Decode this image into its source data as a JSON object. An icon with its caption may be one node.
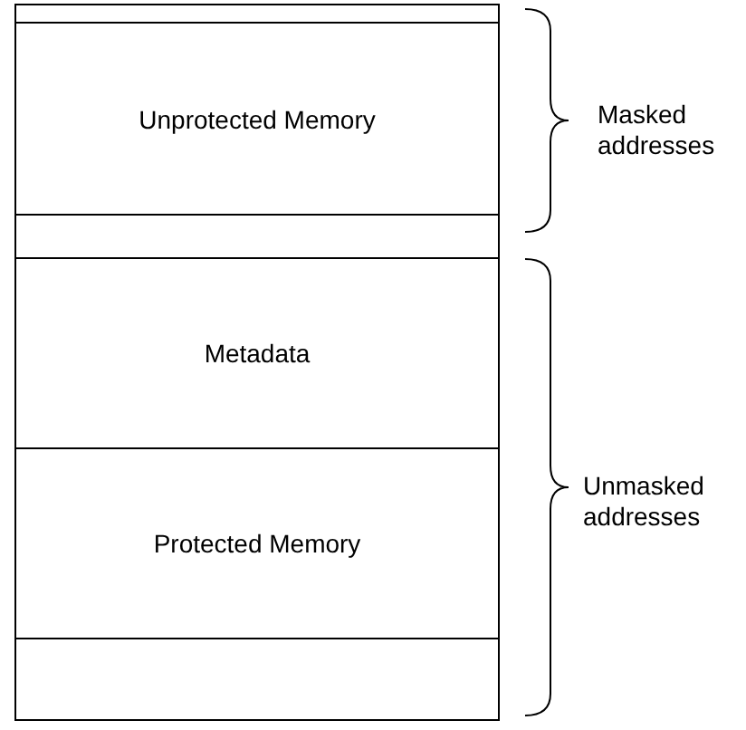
{
  "diagram": {
    "nodes": [
      {
        "text": [],
        "shape": "box"
      },
      {
        "text": [
          "Unprotected Memory"
        ]
      },
      {
        "text": [],
        "shape": "box"
      },
      {
        "text": [
          "Metadata"
        ]
      },
      {
        "text": [
          "Protected Memory"
        ]
      },
      {
        "text": [],
        "shape": "box"
      }
    ],
    "edges": [],
    "labels": [
      "Masked addresses",
      "Unmasked addresses"
    ]
  }
}
